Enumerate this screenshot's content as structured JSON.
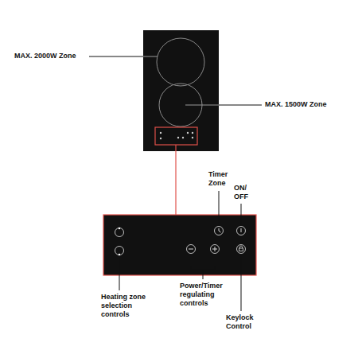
{
  "diagram": {
    "labels": [
      "MAX. 2000W Zone",
      "MAX. 1500W Zone",
      "Timer Zone",
      "ON/ OFF",
      "Heating zone selection controls",
      "Power/Timer regulating controls",
      "Keylock Control"
    ]
  }
}
